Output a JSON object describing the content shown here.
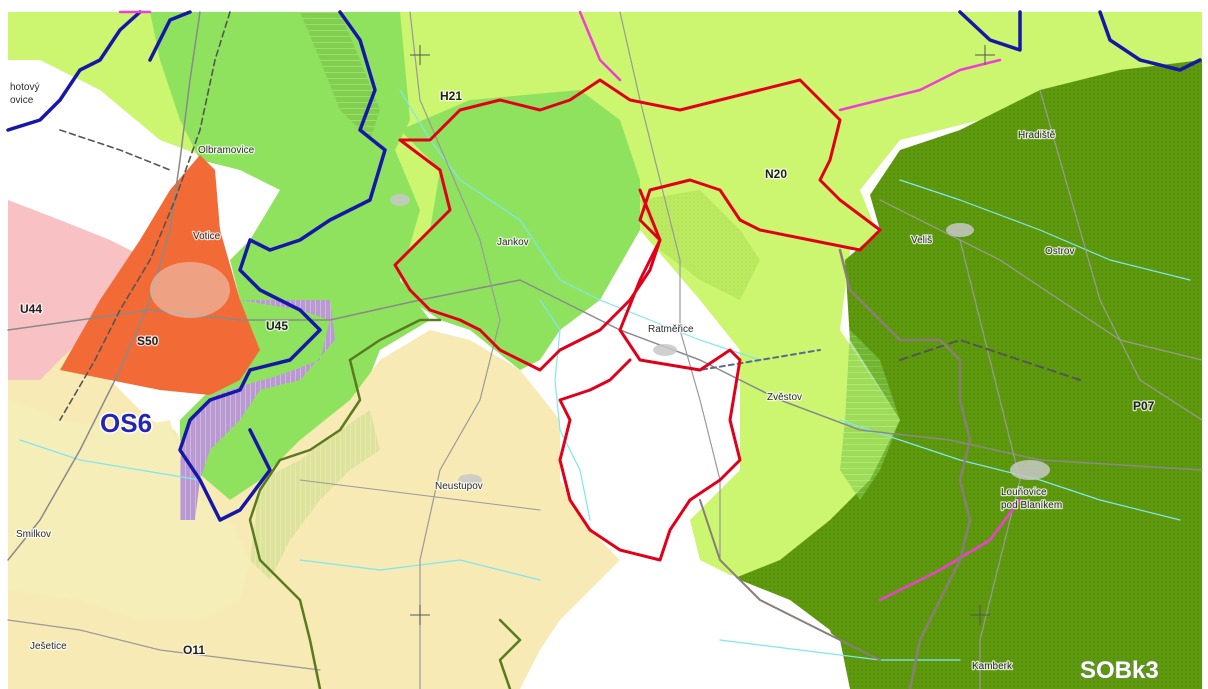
{
  "map": {
    "colors": {
      "background": "#ffffff",
      "zone_light_yellow_green": "#ccf570",
      "zone_green": "#8fe25d",
      "zone_dark_green": "#6faa12",
      "zone_yellow": "#f7eab4",
      "zone_pink": "#f8c1c4",
      "zone_orange": "#f26a35",
      "zone_purple": "#c8a4d6",
      "boundary_blue": "#1616a8",
      "boundary_red": "#e0001a",
      "boundary_pink": "#f03dd3",
      "boundary_olive": "#5a7a20",
      "boundary_grey": "#8a7e78",
      "road": "#8a8a8a",
      "water": "#7fe6f2",
      "railway": "#555555"
    },
    "labels": {
      "area_codes": {
        "h21": "H21",
        "n20": "N20",
        "u44": "U44",
        "u45": "U45",
        "s50": "S50",
        "p07": "P07",
        "o11": "O11"
      },
      "settlements": {
        "jankov": "Jankov",
        "olbramovice": "Olbramovice",
        "votice": "Votice",
        "ratmerice": "Ratměřice",
        "zvestov": "Zvěstov",
        "neustupov": "Neustupov",
        "smilkov": "Smilkov",
        "jesetice": "Ješetice",
        "velis": "Veliš",
        "ostrov": "Ostrov",
        "hradiste": "Hradiště",
        "kamberk": "Kamberk",
        "lounovice_line1": "Louňovice",
        "lounovice_line2": "pod Blaníkem",
        "partial_top_left_1": "hotový",
        "partial_top_left_2": "ovice"
      },
      "large": {
        "os6": "OS6",
        "sobk3": "SOBk3"
      }
    }
  }
}
